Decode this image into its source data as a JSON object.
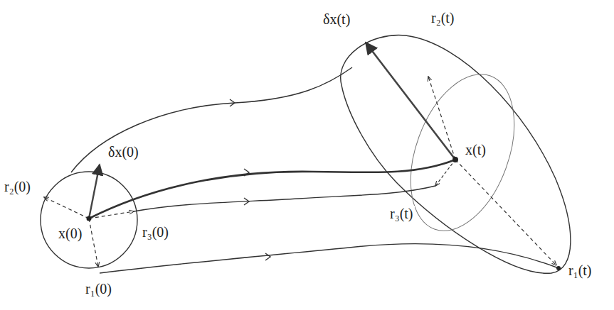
{
  "diagram": {
    "labels": [
      "δx(t)",
      "r₂(t)",
      "x(t)",
      "δx(0)",
      "r₂(0)",
      "r₃(0)",
      "x(0)",
      "r₃(t)",
      "r₁(t)",
      "r₁(0)"
    ]
  }
}
